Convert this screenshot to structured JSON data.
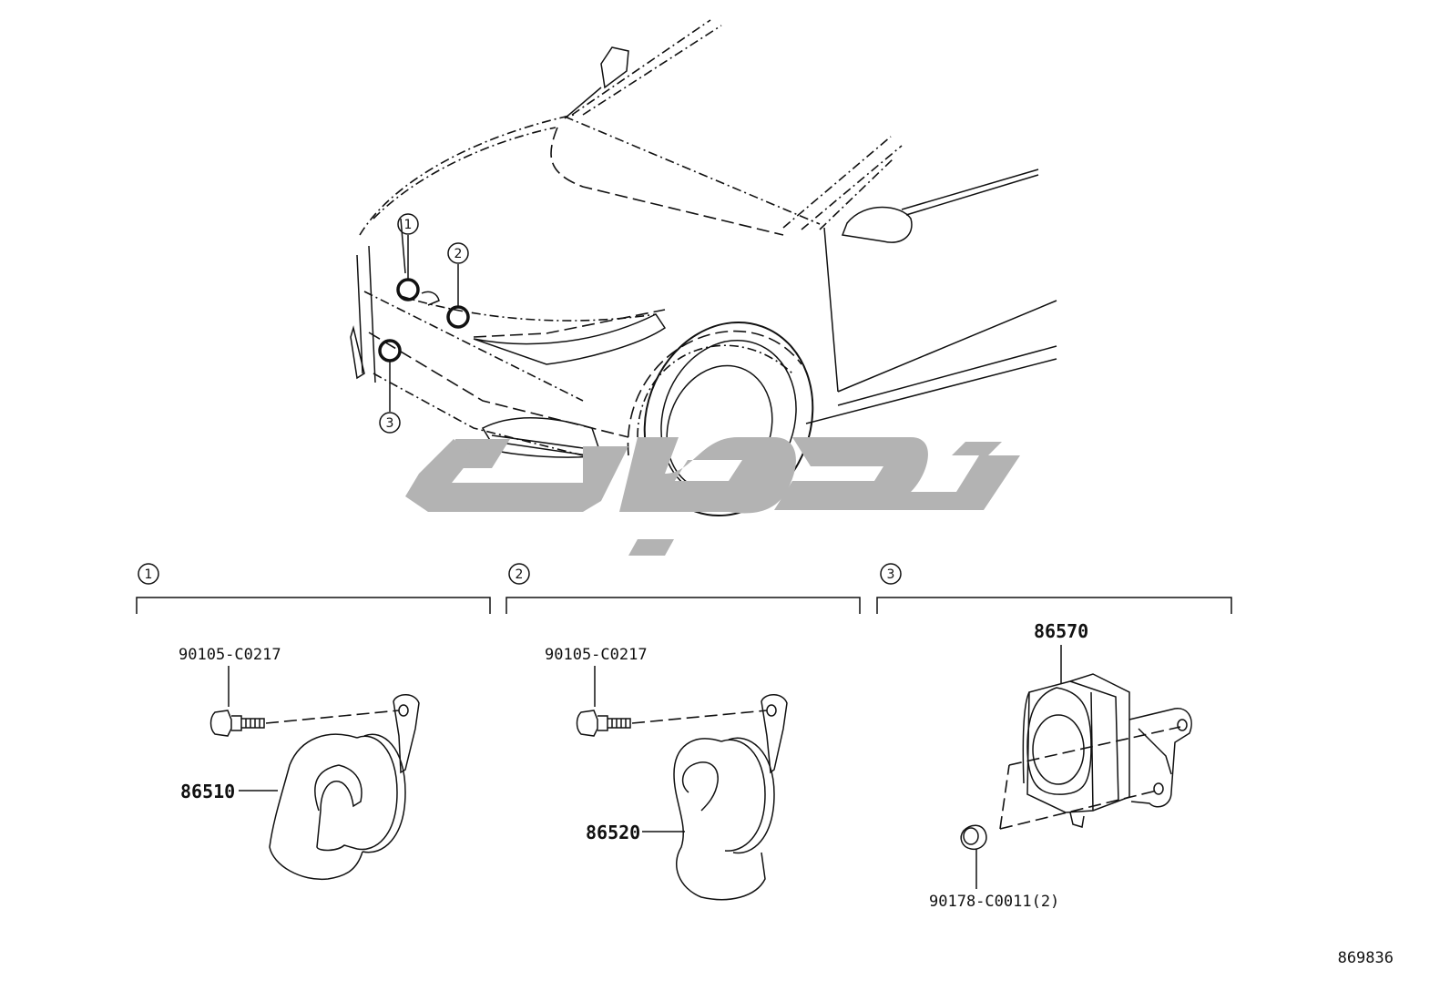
{
  "car_callouts": [
    "1",
    "2",
    "3"
  ],
  "sections": [
    {
      "number": "1",
      "bolt_part": "90105-C0217",
      "horn_part": "86510"
    },
    {
      "number": "2",
      "bolt_part": "90105-C0217",
      "horn_part": "86520"
    },
    {
      "number": "3",
      "unit_part": "86570",
      "nut_part": "90178-C0011(2)"
    }
  ],
  "illustration_id": "869836",
  "colors": {
    "line": "#111111",
    "watermark": "#b3b3b3"
  },
  "icons": [
    "car-front-illustration",
    "horn-icon",
    "bolt-icon",
    "sounder-unit-icon",
    "nut-icon",
    "watermark-logo"
  ]
}
